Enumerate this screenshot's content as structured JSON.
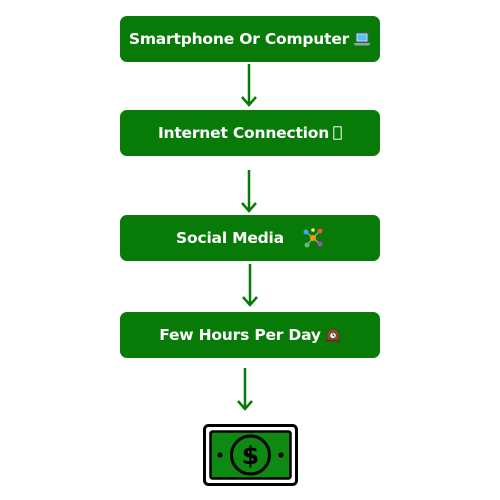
{
  "flow": {
    "steps": [
      {
        "label": "Smartphone Or Computer",
        "icon": "laptop-icon"
      },
      {
        "label": "Internet Connection",
        "icon": "missing-glyph-icon"
      },
      {
        "label": "Social Media",
        "icon": "network-icon"
      },
      {
        "label": "Few Hours Per Day",
        "icon": "mantel-clock-icon"
      }
    ],
    "result_icon": "dollar-bill-icon"
  },
  "colors": {
    "box": "#077a07",
    "arrow": "#077a07",
    "text": "#ffffff",
    "bill_outline": "#000000",
    "bill_fill": "#0e8a12"
  }
}
